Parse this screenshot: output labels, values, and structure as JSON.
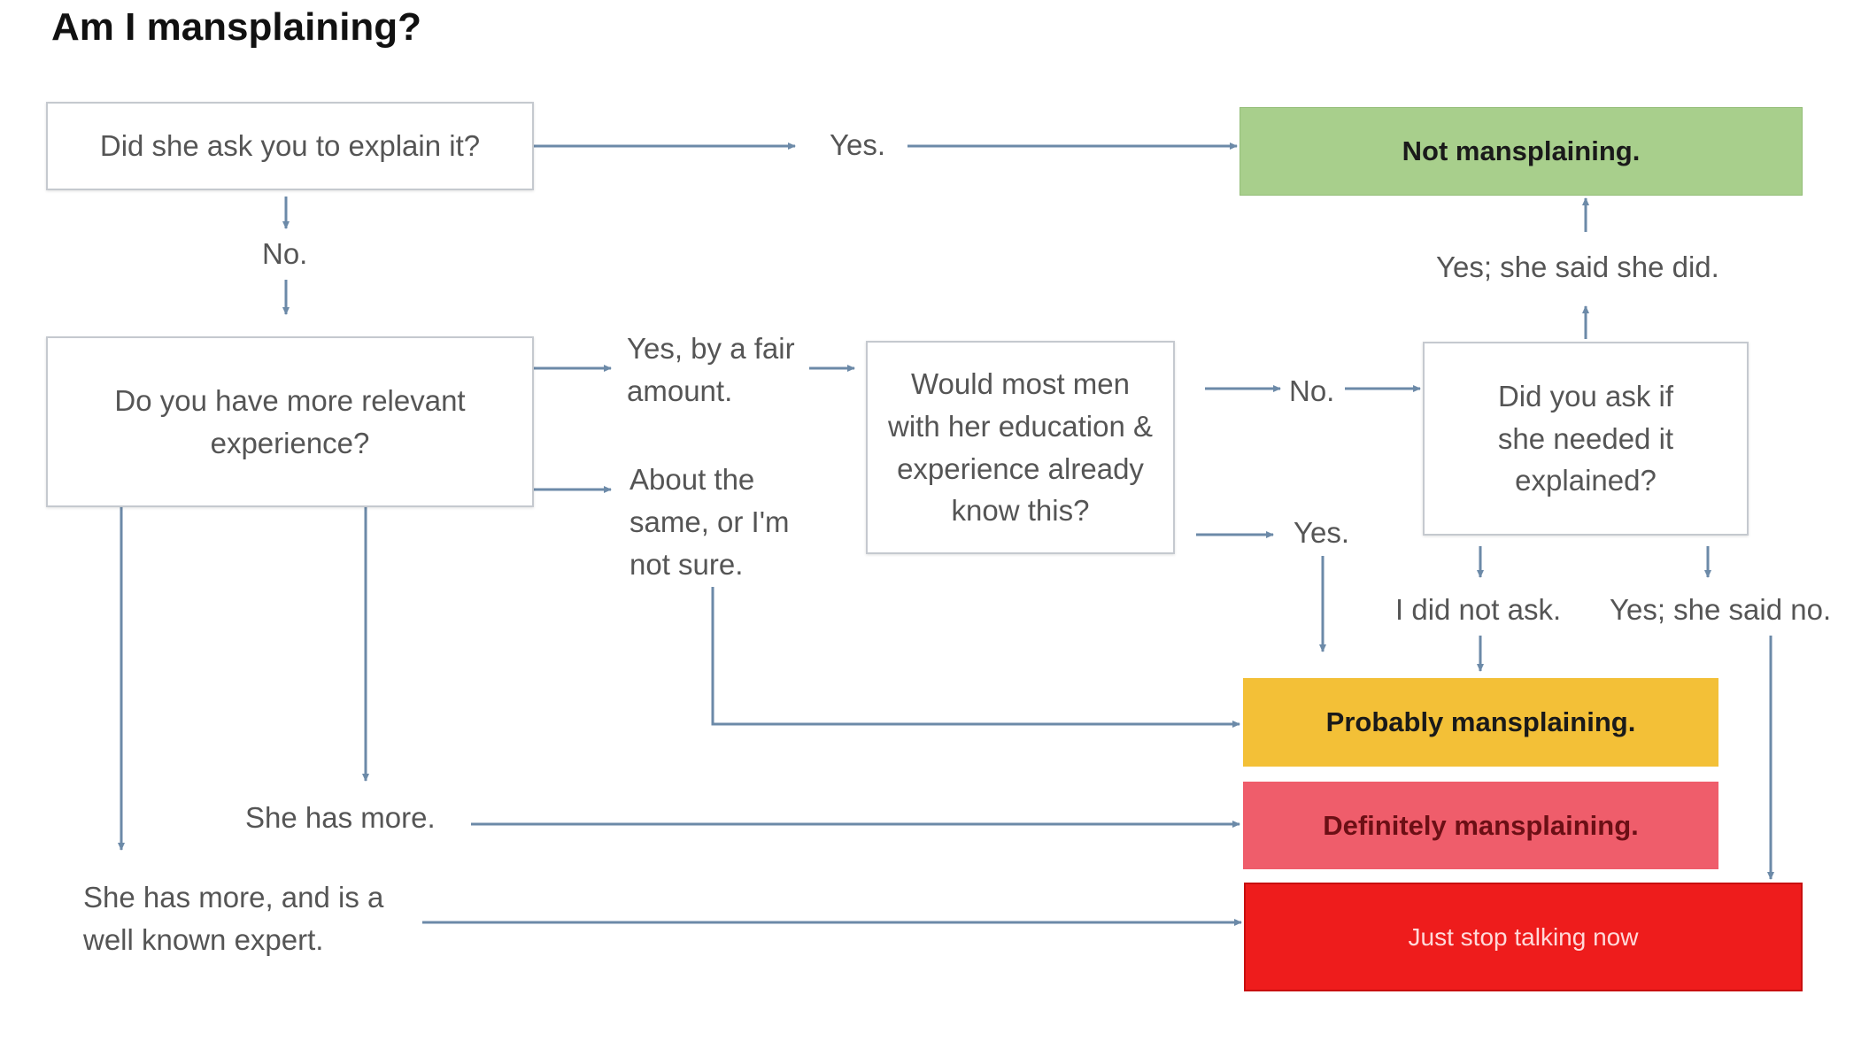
{
  "title": "Am I mansplaining?",
  "questions": {
    "ask_explain": "Did she ask you to explain it?",
    "more_experience": "Do you have more relevant experience?",
    "most_men": "Would most men with her education & experience already know this?",
    "did_you_ask": "Did you ask if she needed it explained?"
  },
  "labels": {
    "yes_top": "Yes.",
    "no_left": "No.",
    "yes_fair_amount": "Yes, by a fair amount.",
    "about_same": "About the same, or I'm not sure.",
    "no_mid": "No.",
    "yes_mid": "Yes.",
    "yes_she_did": "Yes; she said she did.",
    "did_not_ask": "I did not ask.",
    "she_said_no": "Yes; she said no.",
    "she_has_more": "She has more.",
    "she_expert": "She has more, and is a well known expert."
  },
  "outcomes": {
    "not": "Not mansplaining.",
    "probably": "Probably mansplaining.",
    "definitely": "Definitely mansplaining.",
    "stop": "Just stop talking now"
  },
  "colors": {
    "not": "#a8cf8c",
    "probably": "#f3c037",
    "definitely": "#ef5d6b",
    "stop": "#ee1c1c",
    "connector": "#6c8aa8"
  }
}
